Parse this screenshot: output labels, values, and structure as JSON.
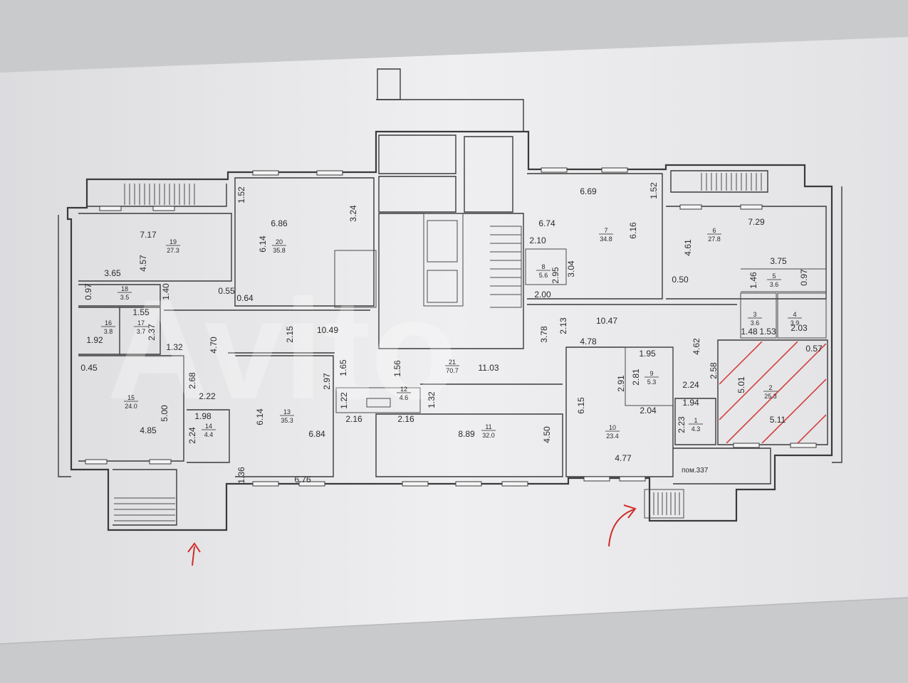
{
  "plan": {
    "rooms": [
      {
        "num": "19",
        "area": "27.3"
      },
      {
        "num": "20",
        "area": "35.8"
      },
      {
        "num": "7",
        "area": "34.8"
      },
      {
        "num": "6",
        "area": "27.8"
      },
      {
        "num": "18",
        "area": "3.5"
      },
      {
        "num": "16",
        "area": "3.8"
      },
      {
        "num": "17",
        "area": "3.7"
      },
      {
        "num": "8",
        "area": "5.6"
      },
      {
        "num": "5",
        "area": "3.6"
      },
      {
        "num": "3",
        "area": "3.6"
      },
      {
        "num": "4",
        "area": "3.9"
      },
      {
        "num": "21",
        "area": "70.7"
      },
      {
        "num": "12",
        "area": "4.6"
      },
      {
        "num": "9",
        "area": "5.3"
      },
      {
        "num": "2",
        "area": "25.3"
      },
      {
        "num": "15",
        "area": "24.0"
      },
      {
        "num": "13",
        "area": "35.3"
      },
      {
        "num": "11",
        "area": "32.0"
      },
      {
        "num": "10",
        "area": "23.4"
      },
      {
        "num": "14",
        "area": "4.4"
      },
      {
        "num": "1",
        "area": "4.3"
      }
    ],
    "dimensions": [
      "7.17",
      "6.86",
      "3.24",
      "1.52",
      "6.69",
      "1.52",
      "7.29",
      "4.57",
      "6.14",
      "6.74",
      "6.16",
      "4.61",
      "3.65",
      "2.10",
      "3.04",
      "2.95",
      "3.75",
      "0.97",
      "1.40",
      "0.55",
      "0.64",
      "2.00",
      "0.50",
      "1.46",
      "0.97",
      "1.55",
      "2.37",
      "10.49",
      "2.15",
      "4.70",
      "2.13",
      "10.47",
      "1.92",
      "1.32",
      "3.78",
      "1.48",
      "1.53",
      "2.03",
      "4.62",
      "0.57",
      "0.45",
      "2.68",
      "2.97",
      "1.65",
      "1.56",
      "11.03",
      "4.78",
      "1.95",
      "2.81",
      "2.91",
      "2.58",
      "2.24",
      "5.01",
      "2.22",
      "1.22",
      "2.16",
      "2.16",
      "1.32",
      "6.15",
      "2.04",
      "1.94",
      "1.98",
      "5.00",
      "6.14",
      "2.24",
      "2.23",
      "5.11",
      "4.85",
      "6.84",
      "8.89",
      "4.50",
      "4.77",
      "1.36",
      "6.76"
    ],
    "room_label": "пом.337"
  }
}
